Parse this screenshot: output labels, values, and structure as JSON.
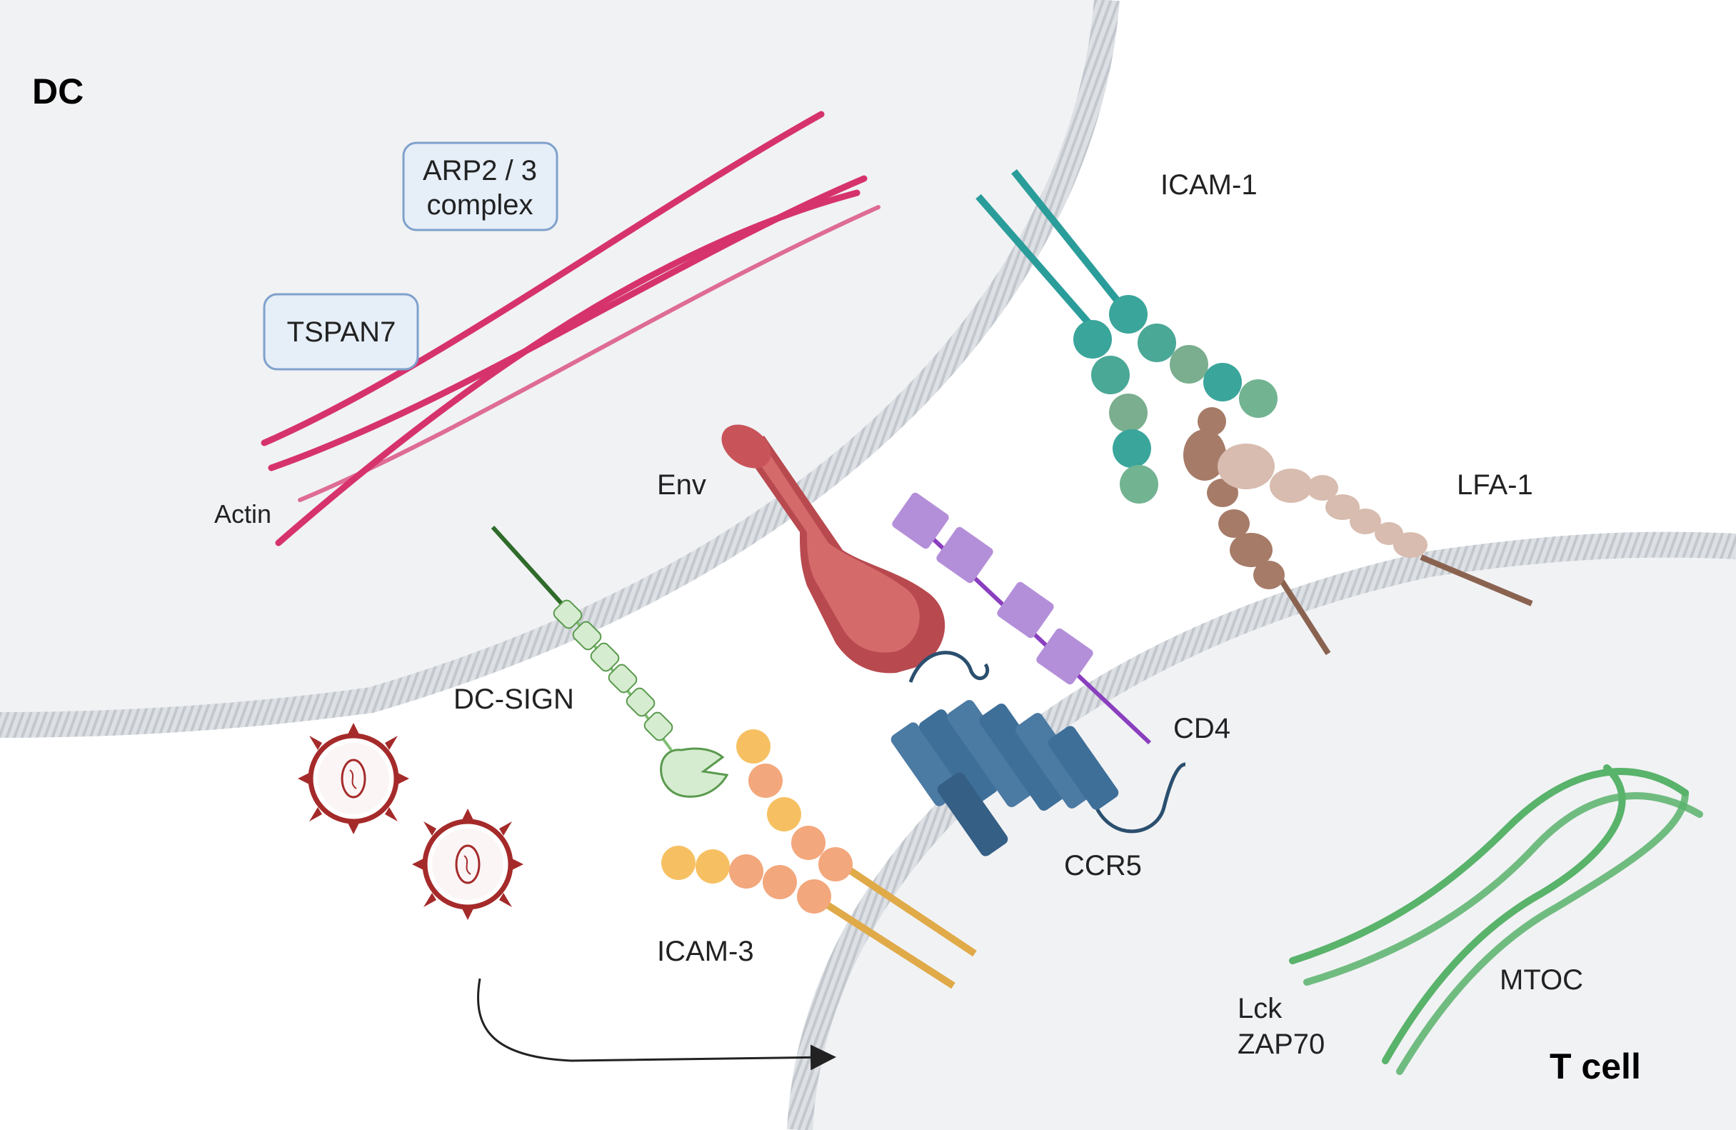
{
  "cells": {
    "dc_label": "DC",
    "tcell_label": "T cell"
  },
  "labels": {
    "arp_line1": "ARP2 / 3",
    "arp_line2": "complex",
    "tspan7": "TSPAN7",
    "actin": "Actin",
    "icam1": "ICAM-1",
    "lfa1": "LFA-1",
    "env": "Env",
    "dc_sign": "DC-SIGN",
    "cd4": "CD4",
    "ccr5": "CCR5",
    "icam3": "ICAM-3",
    "mtoc": "MTOC",
    "lck": "Lck",
    "zap70": "ZAP70"
  },
  "colors": {
    "dc_cytoplasm": "#f1f2f4",
    "tcell_cytoplasm": "#f1f2f4",
    "membrane": "#c9cdd2",
    "actin": "#d6336c",
    "label_box_fill": "#e6eef8",
    "label_box_stroke": "#7fa1cc",
    "icam1": "#2a9d9a",
    "lfa1": "#a68470",
    "env": "#c8545a",
    "cd4": "#a26ad0",
    "ccr5": "#3e6f99",
    "dc_sign": "#5a9a4e",
    "icam3": "#f2b95a",
    "virus": "#a52a2a",
    "microtubule": "#59b36b",
    "arrow": "#222222"
  }
}
